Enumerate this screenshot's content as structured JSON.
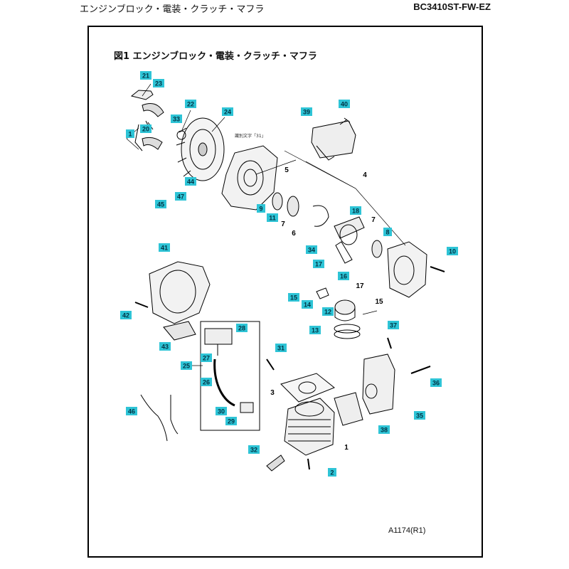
{
  "header": {
    "left_title": "エンジンブロック・電装・クラッチ・マフラ",
    "model": "BC3410ST-FW-EZ"
  },
  "figure": {
    "title": "図1  エンジンブロック・電装・クラッチ・マフラ",
    "note": "識別文字「31」",
    "drawing_id": "A1174(R1)"
  },
  "colors": {
    "callout_fill": "#2ec4d6",
    "callout_text": "#003344",
    "line": "#000000"
  },
  "callouts": [
    {
      "id": "c21",
      "label": "21"
    },
    {
      "id": "c23",
      "label": "23"
    },
    {
      "id": "c22",
      "label": "22"
    },
    {
      "id": "c33",
      "label": "33"
    },
    {
      "id": "c24",
      "label": "24"
    },
    {
      "id": "c1a",
      "label": "1"
    },
    {
      "id": "c20",
      "label": "20"
    },
    {
      "id": "c39",
      "label": "39"
    },
    {
      "id": "c40",
      "label": "40"
    },
    {
      "id": "c44",
      "label": "44"
    },
    {
      "id": "c47",
      "label": "47"
    },
    {
      "id": "c45",
      "label": "45"
    },
    {
      "id": "c9",
      "label": "9"
    },
    {
      "id": "c11",
      "label": "11"
    },
    {
      "id": "c18",
      "label": "18"
    },
    {
      "id": "c8",
      "label": "8"
    },
    {
      "id": "c34",
      "label": "34"
    },
    {
      "id": "c17",
      "label": "17"
    },
    {
      "id": "c16",
      "label": "16"
    },
    {
      "id": "c10",
      "label": "10"
    },
    {
      "id": "c41",
      "label": "41"
    },
    {
      "id": "c42",
      "label": "42"
    },
    {
      "id": "c15a",
      "label": "15"
    },
    {
      "id": "c14",
      "label": "14"
    },
    {
      "id": "c12",
      "label": "12"
    },
    {
      "id": "c13",
      "label": "13"
    },
    {
      "id": "c43",
      "label": "43"
    },
    {
      "id": "c28",
      "label": "28"
    },
    {
      "id": "c27",
      "label": "27"
    },
    {
      "id": "c25",
      "label": "25"
    },
    {
      "id": "c26",
      "label": "26"
    },
    {
      "id": "c31",
      "label": "31"
    },
    {
      "id": "c37",
      "label": "37"
    },
    {
      "id": "c36",
      "label": "36"
    },
    {
      "id": "c46",
      "label": "46"
    },
    {
      "id": "c30",
      "label": "30"
    },
    {
      "id": "c29",
      "label": "29"
    },
    {
      "id": "c38",
      "label": "38"
    },
    {
      "id": "c35",
      "label": "35"
    },
    {
      "id": "c32",
      "label": "32"
    },
    {
      "id": "c2",
      "label": "2"
    }
  ],
  "plain_labels": [
    {
      "id": "p5",
      "label": "5"
    },
    {
      "id": "p4",
      "label": "4"
    },
    {
      "id": "p7a",
      "label": "7"
    },
    {
      "id": "p7b",
      "label": "7"
    },
    {
      "id": "p6",
      "label": "6"
    },
    {
      "id": "p17b",
      "label": "17"
    },
    {
      "id": "p15b",
      "label": "15"
    },
    {
      "id": "p3",
      "label": "3"
    },
    {
      "id": "p1b",
      "label": "1"
    }
  ]
}
